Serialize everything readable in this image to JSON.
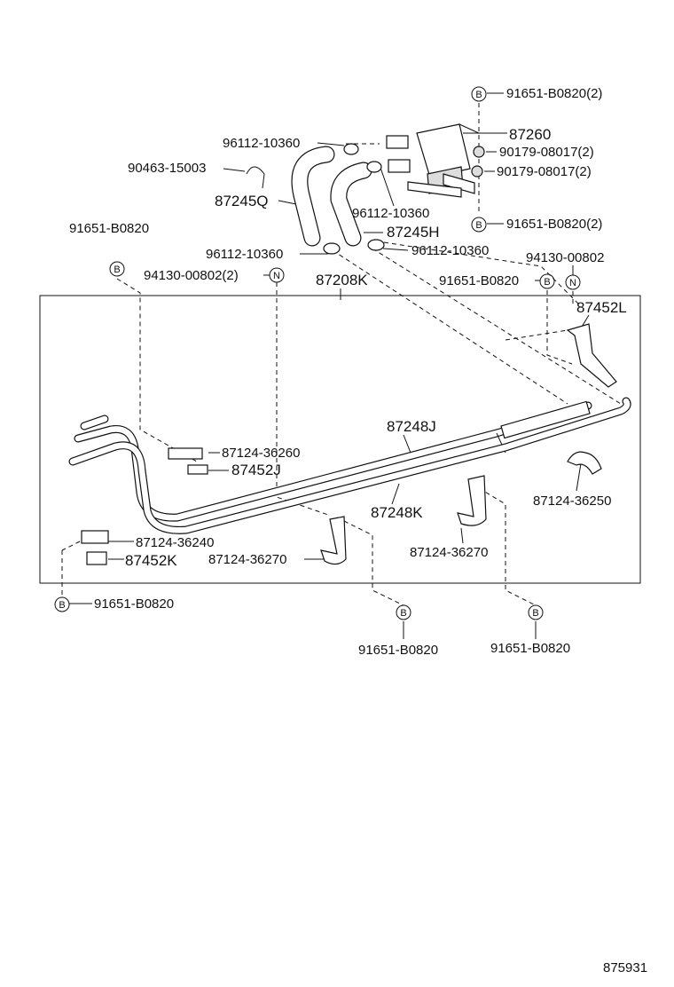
{
  "diagram": {
    "labels": {
      "bolt_top_valve": "91651-B0820(2)",
      "part_87260": "87260",
      "nut_1": "90179-08017(2)",
      "nut_2": "90179-08017(2)",
      "clamp_a": "96112-10360",
      "clip_90463": "90463-15003",
      "hose_87245q": "87245Q",
      "clamp_b": "96112-10360",
      "hose_87245h": "87245H",
      "bolt_below_valve": "91651-B0820(2)",
      "bolt_left": "91651-B0820",
      "clamp_c": "96112-10360",
      "clamp_d": "96112-10360",
      "nut_94130_left": "94130-00802(2)",
      "nut_94130_right": "94130-00802",
      "assembly_87208k": "87208K",
      "bolt_right_mid": "91651-B0820",
      "bracket_87452l": "87452L",
      "pipe_87248j": "87248J",
      "clamp_87124_36260": "87124-36260",
      "bracket_87452j": "87452J",
      "pipe_87248k": "87248K",
      "clamp_87124_36250": "87124-36250",
      "clamp_87124_36240": "87124-36240",
      "bracket_87452k": "87452K",
      "clamp_87124_36270_left": "87124-36270",
      "clamp_87124_36270_right": "87124-36270",
      "bolt_bottom_left": "91651-B0820",
      "bolt_bottom_mid": "91651-B0820",
      "bolt_bottom_right": "91651-B0820",
      "figure_number": "875931"
    },
    "symbols": {
      "bolt": "B",
      "nut": "N"
    }
  }
}
